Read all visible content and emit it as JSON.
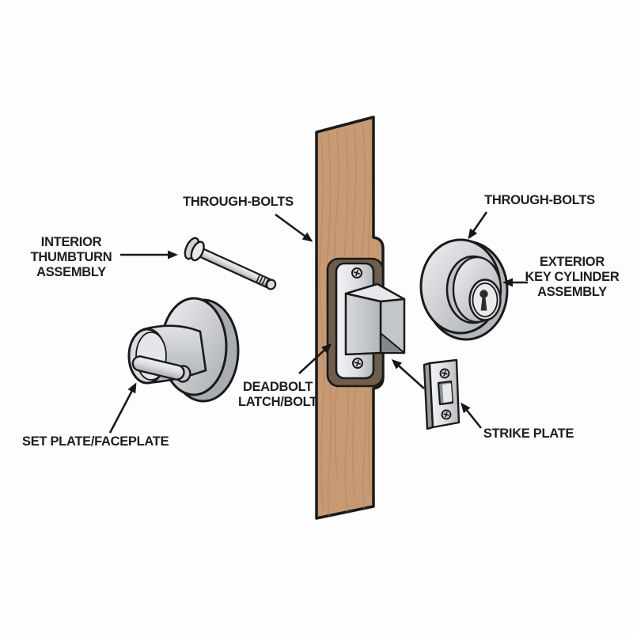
{
  "labels": {
    "through_bolts_left": "THROUGH-BOLTS",
    "through_bolts_right": "THROUGH-BOLTS",
    "interior_thumbturn": "INTERIOR\nTHUMBTURN\nASSEMBLY",
    "exterior_cylinder": "EXTERIOR\nKEY CYLINDER\nASSEMBLY",
    "deadbolt": "DEADBOLT\nLATCH/BOLT",
    "set_plate": "SET PLATE/FACEPLATE",
    "strike_plate": "STRIKE PLATE"
  },
  "colors": {
    "background": "#fdfdfd",
    "outline": "#1a1a1a",
    "label_text": "#1e1e1e",
    "wood": "#c79a73",
    "wood_grain": "#b0855d",
    "mortise": "#6f5d4d",
    "metal_light": "#e9ebed",
    "metal_mid": "#c6c9cd",
    "metal_dark": "#9ea1a6",
    "keyhole": "#2b2b2b"
  }
}
